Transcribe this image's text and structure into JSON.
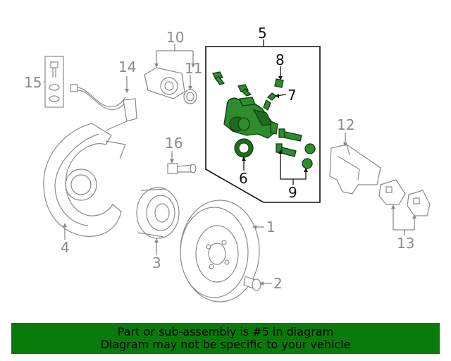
{
  "callouts": {
    "c1": "1",
    "c2": "2",
    "c3": "3",
    "c4": "4",
    "c5": "5",
    "c6": "6",
    "c7": "7",
    "c8": "8",
    "c9": "9",
    "c10": "10",
    "c11": "11",
    "c12": "12",
    "c13": "13",
    "c14": "14",
    "c15": "15",
    "c16": "16"
  },
  "colors": {
    "highlight_part": "#2e8b2e",
    "banner_background": "#0a7a0a",
    "outline": "#8a8a8a"
  },
  "banner": {
    "line1": "Part or sub-assembly is #5 in diagram",
    "line2": "Diagram may not be specific to your vehicle"
  }
}
